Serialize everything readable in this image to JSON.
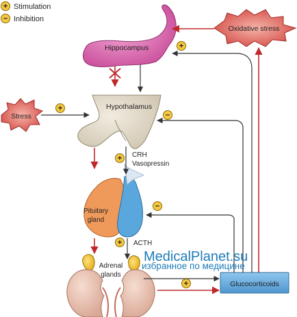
{
  "legend": {
    "stimulation": "Stimulation",
    "inhibition": "Inhibition"
  },
  "labels": {
    "hippocampus": "Hippocampus",
    "hypothalamus": "Hypothalamus",
    "stress": "Stress",
    "oxidative_stress": "Oxidative stress",
    "crh": "CRH",
    "vasopressin": "Vasopressin",
    "pituitary_line1": "Pituitary",
    "pituitary_line2": "gland",
    "acth": "ACTH",
    "adrenal_line1": "Adrenal",
    "adrenal_line2": "glands",
    "glucocorticoids": "Glucocorticoids"
  },
  "watermark": {
    "line1": "MedicalPlanet.su",
    "line2": "избранное по медицине"
  },
  "symbols": {
    "plus": "+",
    "minus": "−"
  },
  "colors": {
    "arrow_red": "#c0282c",
    "arrow_black": "#333333",
    "badge_fill": "#f5c842",
    "badge_stroke": "#8a6a00",
    "hippocampus": "#d35fa8",
    "stress_burst": "#d9534f",
    "gluco_box": "#5ea3d6",
    "pituitary_orange": "#ef9a5a",
    "pituitary_blue": "#5aa7dd",
    "watermark": "#1d7bb8"
  }
}
